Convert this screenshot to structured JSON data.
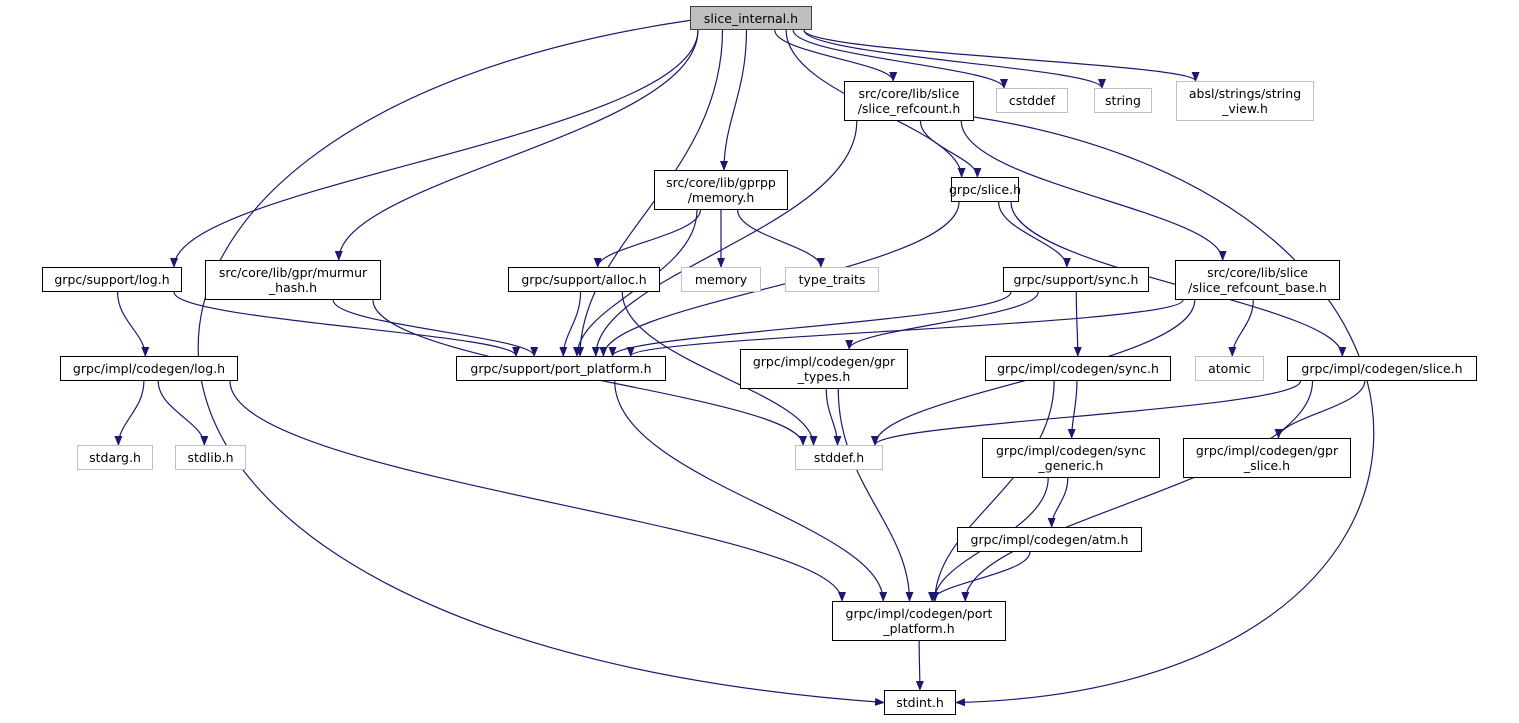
{
  "graph": {
    "title": "slice_internal.h",
    "edge_color": "#191970",
    "nodes": [
      {
        "id": "root",
        "label": "slice_internal.h",
        "kind": "root"
      },
      {
        "id": "refcount",
        "label": "src/core/lib/slice\n/slice_refcount.h",
        "kind": "doc"
      },
      {
        "id": "cstddef",
        "label": "cstddef",
        "kind": "ext"
      },
      {
        "id": "string",
        "label": "string",
        "kind": "ext"
      },
      {
        "id": "string_view",
        "label": "absl/strings/string\n_view.h",
        "kind": "ext"
      },
      {
        "id": "memory_h",
        "label": "src/core/lib/gprpp\n/memory.h",
        "kind": "doc"
      },
      {
        "id": "slice_h",
        "label": "grpc/slice.h",
        "kind": "doc"
      },
      {
        "id": "log_h",
        "label": "grpc/support/log.h",
        "kind": "doc"
      },
      {
        "id": "murmur",
        "label": "src/core/lib/gpr/murmur\n_hash.h",
        "kind": "doc"
      },
      {
        "id": "alloc",
        "label": "grpc/support/alloc.h",
        "kind": "doc"
      },
      {
        "id": "memory",
        "label": "memory",
        "kind": "ext"
      },
      {
        "id": "type_traits",
        "label": "type_traits",
        "kind": "ext"
      },
      {
        "id": "sync_h",
        "label": "grpc/support/sync.h",
        "kind": "doc"
      },
      {
        "id": "refcount_base",
        "label": "src/core/lib/slice\n/slice_refcount_base.h",
        "kind": "doc"
      },
      {
        "id": "impl_log",
        "label": "grpc/impl/codegen/log.h",
        "kind": "doc"
      },
      {
        "id": "port_platform",
        "label": "grpc/support/port_platform.h",
        "kind": "doc"
      },
      {
        "id": "gpr_types",
        "label": "grpc/impl/codegen/gpr\n_types.h",
        "kind": "doc"
      },
      {
        "id": "impl_sync",
        "label": "grpc/impl/codegen/sync.h",
        "kind": "doc"
      },
      {
        "id": "atomic",
        "label": "atomic",
        "kind": "ext"
      },
      {
        "id": "impl_slice",
        "label": "grpc/impl/codegen/slice.h",
        "kind": "doc"
      },
      {
        "id": "stdarg",
        "label": "stdarg.h",
        "kind": "ext"
      },
      {
        "id": "stdlib",
        "label": "stdlib.h",
        "kind": "ext"
      },
      {
        "id": "stddef",
        "label": "stddef.h",
        "kind": "ext"
      },
      {
        "id": "sync_generic",
        "label": "grpc/impl/codegen/sync\n_generic.h",
        "kind": "doc"
      },
      {
        "id": "gpr_slice",
        "label": "grpc/impl/codegen/gpr\n_slice.h",
        "kind": "doc"
      },
      {
        "id": "atm",
        "label": "grpc/impl/codegen/atm.h",
        "kind": "doc"
      },
      {
        "id": "impl_port",
        "label": "grpc/impl/codegen/port\n_platform.h",
        "kind": "doc"
      },
      {
        "id": "stdint",
        "label": "stdint.h",
        "kind": "doc"
      }
    ],
    "edges": [
      [
        "root",
        "refcount"
      ],
      [
        "root",
        "cstddef"
      ],
      [
        "root",
        "string"
      ],
      [
        "root",
        "string_view"
      ],
      [
        "root",
        "memory_h"
      ],
      [
        "root",
        "slice_h"
      ],
      [
        "root",
        "log_h"
      ],
      [
        "root",
        "murmur"
      ],
      [
        "root",
        "port_platform"
      ],
      [
        "root",
        "stdint"
      ],
      [
        "refcount",
        "slice_h"
      ],
      [
        "refcount",
        "refcount_base"
      ],
      [
        "refcount",
        "port_platform"
      ],
      [
        "refcount",
        "stdint"
      ],
      [
        "memory_h",
        "alloc"
      ],
      [
        "memory_h",
        "memory"
      ],
      [
        "memory_h",
        "type_traits"
      ],
      [
        "memory_h",
        "port_platform"
      ],
      [
        "slice_h",
        "sync_h"
      ],
      [
        "slice_h",
        "impl_slice"
      ],
      [
        "slice_h",
        "port_platform"
      ],
      [
        "log_h",
        "impl_log"
      ],
      [
        "log_h",
        "port_platform"
      ],
      [
        "murmur",
        "port_platform"
      ],
      [
        "murmur",
        "stddef"
      ],
      [
        "alloc",
        "port_platform"
      ],
      [
        "alloc",
        "stddef"
      ],
      [
        "sync_h",
        "port_platform"
      ],
      [
        "sync_h",
        "gpr_types"
      ],
      [
        "sync_h",
        "impl_sync"
      ],
      [
        "refcount_base",
        "port_platform"
      ],
      [
        "refcount_base",
        "stddef"
      ],
      [
        "refcount_base",
        "atomic"
      ],
      [
        "impl_log",
        "stdarg"
      ],
      [
        "impl_log",
        "stdlib"
      ],
      [
        "impl_log",
        "impl_port"
      ],
      [
        "port_platform",
        "impl_port"
      ],
      [
        "gpr_types",
        "stddef"
      ],
      [
        "gpr_types",
        "impl_port"
      ],
      [
        "impl_sync",
        "sync_generic"
      ],
      [
        "impl_sync",
        "impl_port"
      ],
      [
        "impl_slice",
        "stddef"
      ],
      [
        "impl_slice",
        "gpr_slice"
      ],
      [
        "impl_slice",
        "impl_port"
      ],
      [
        "sync_generic",
        "atm"
      ],
      [
        "sync_generic",
        "impl_port"
      ],
      [
        "atm",
        "impl_port"
      ],
      [
        "impl_port",
        "stdint"
      ]
    ]
  }
}
